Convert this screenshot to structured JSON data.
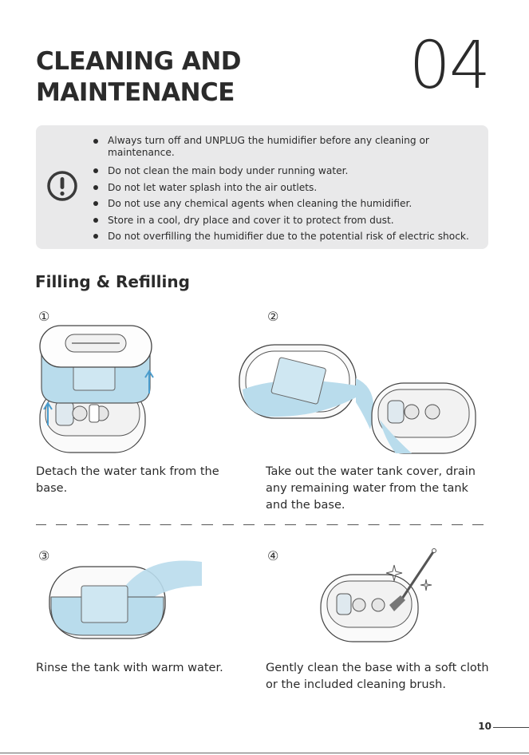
{
  "header": {
    "title_line1": "CLEANING AND",
    "title_line2": "MAINTENANCE",
    "chapter_number": "04"
  },
  "warning": {
    "icon": "exclamation-circle-icon",
    "items": [
      "Always turn off and UNPLUG the humidifier before any cleaning or maintenance.",
      "Do not clean the main body under running water.",
      "Do not let water splash into the air outlets.",
      "Do not use any chemical agents when cleaning the humidifier.",
      "Store in a cool, dry place and cover it to protect from dust.",
      "Do not overfilling the humidifier due to the potential risk of electric shock."
    ]
  },
  "section": {
    "title": "Filling & Refilling"
  },
  "steps": [
    {
      "number": "①",
      "caption": "Detach the water tank from the base."
    },
    {
      "number": "②",
      "caption": "Take out the water tank cover, drain any remaining water from the tank and the base."
    },
    {
      "number": "③",
      "caption": "Rinse the tank with warm water."
    },
    {
      "number": "④",
      "caption": "Gently clean the base with a soft cloth or the included cleaning brush."
    }
  ],
  "footer": {
    "page_number": "10"
  },
  "colors": {
    "water": "#b9dcec",
    "water_dark": "#8fc4dd",
    "arrow": "#4a9ccc",
    "panel": "#e9e9ea"
  }
}
